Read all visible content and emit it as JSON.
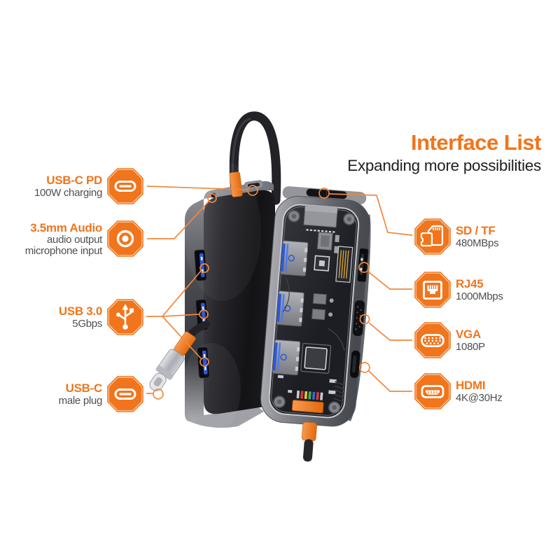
{
  "colors": {
    "accent": "#f0751c",
    "callout_line": "#f0873f",
    "sub_text": "#4d4e50",
    "subtitle_text": "#1e1e20",
    "background": "#ffffff",
    "usb_port_blue": "#2d59d4"
  },
  "header": {
    "title": "Interface List",
    "subtitle": "Expanding more possibilities"
  },
  "callouts": {
    "left": [
      {
        "label": "USB-C PD",
        "sublines": [
          "100W charging"
        ],
        "icon": "usb-c-port-icon"
      },
      {
        "label": "3.5mm Audio",
        "sublines": [
          "audio output",
          "microphone input"
        ],
        "icon": "audio-jack-icon"
      },
      {
        "label": "USB 3.0",
        "sublines": [
          "5Gbps"
        ],
        "icon": "usb-3-trident-icon"
      },
      {
        "label": "USB-C",
        "sublines": [
          "male plug"
        ],
        "icon": "usb-c-plug-icon"
      }
    ],
    "right": [
      {
        "label": "SD / TF",
        "sublines": [
          "480MBps"
        ],
        "icon": "sd-tf-card-icon"
      },
      {
        "label": "RJ45",
        "sublines": [
          "1000Mbps"
        ],
        "icon": "rj45-ethernet-icon"
      },
      {
        "label": "VGA",
        "sublines": [
          "1080P"
        ],
        "icon": "vga-port-icon"
      },
      {
        "label": "HDMI",
        "sublines": [
          "4K@30Hz"
        ],
        "icon": "hdmi-port-icon"
      }
    ]
  }
}
